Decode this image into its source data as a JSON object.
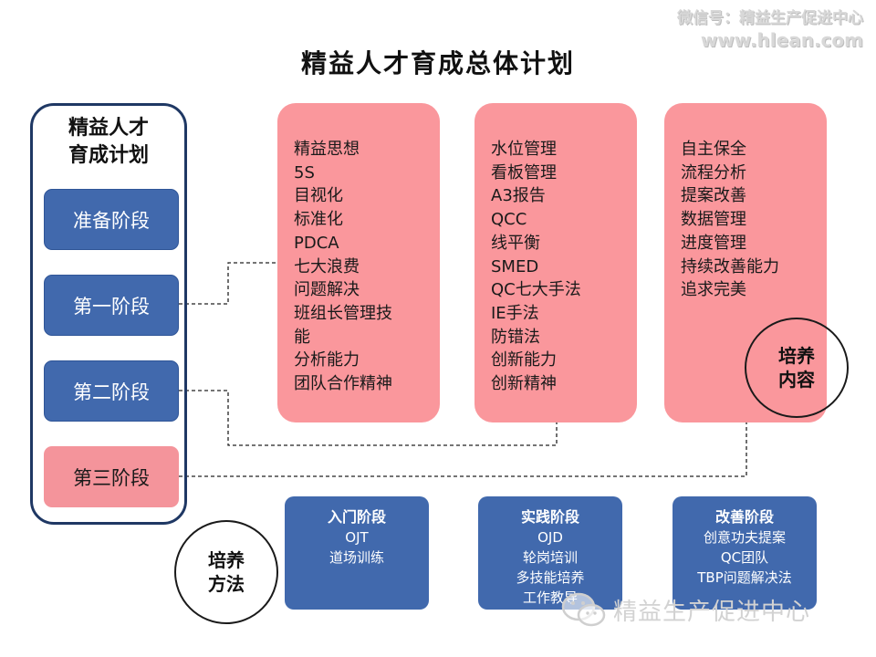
{
  "watermark": {
    "wechat_label": "微信号：精益生产促进中心",
    "url": "www.hlean.com",
    "bottom_text": "精益生产促进中心"
  },
  "title": "精益人才育成总体计划",
  "plan": {
    "title_lines": [
      "精益人才",
      "育成计划"
    ],
    "stages": [
      "准备阶段",
      "第一阶段",
      "第二阶段",
      "第三阶段"
    ]
  },
  "content_label_lines": [
    "培养",
    "内容"
  ],
  "content_cards": [
    {
      "items": [
        "精益思想",
        "5S",
        "目视化",
        "标准化",
        "PDCA",
        "七大浪费",
        "问题解决",
        "班组长管理技",
        "能",
        "分析能力",
        "团队合作精神"
      ]
    },
    {
      "items": [
        "水位管理",
        "看板管理",
        "A3报告",
        "QCC",
        "线平衡",
        "SMED",
        "QC七大手法",
        "IE手法",
        "防错法",
        "创新能力",
        "创新精神"
      ]
    },
    {
      "items": [
        "自主保全",
        "流程分析",
        "提案改善",
        "数据管理",
        "进度管理",
        "持续改善能力",
        "追求完美"
      ]
    }
  ],
  "method_label_lines": [
    "培养",
    "方法"
  ],
  "method_cards": [
    {
      "title": "入门阶段",
      "items": [
        "OJT",
        "道场训练"
      ]
    },
    {
      "title": "实践阶段",
      "items": [
        "OJD",
        "轮岗培训",
        "多技能培养",
        "工作教导"
      ]
    },
    {
      "title": "改善阶段",
      "items": [
        "创意功夫提案",
        "QC团队",
        "TBP问题解决法"
      ]
    }
  ],
  "colors": {
    "navy_border": "#1f3864",
    "stage_blue": "#4169ad",
    "card_pink": "#fa979c",
    "stage_pink": "#f4949b"
  }
}
